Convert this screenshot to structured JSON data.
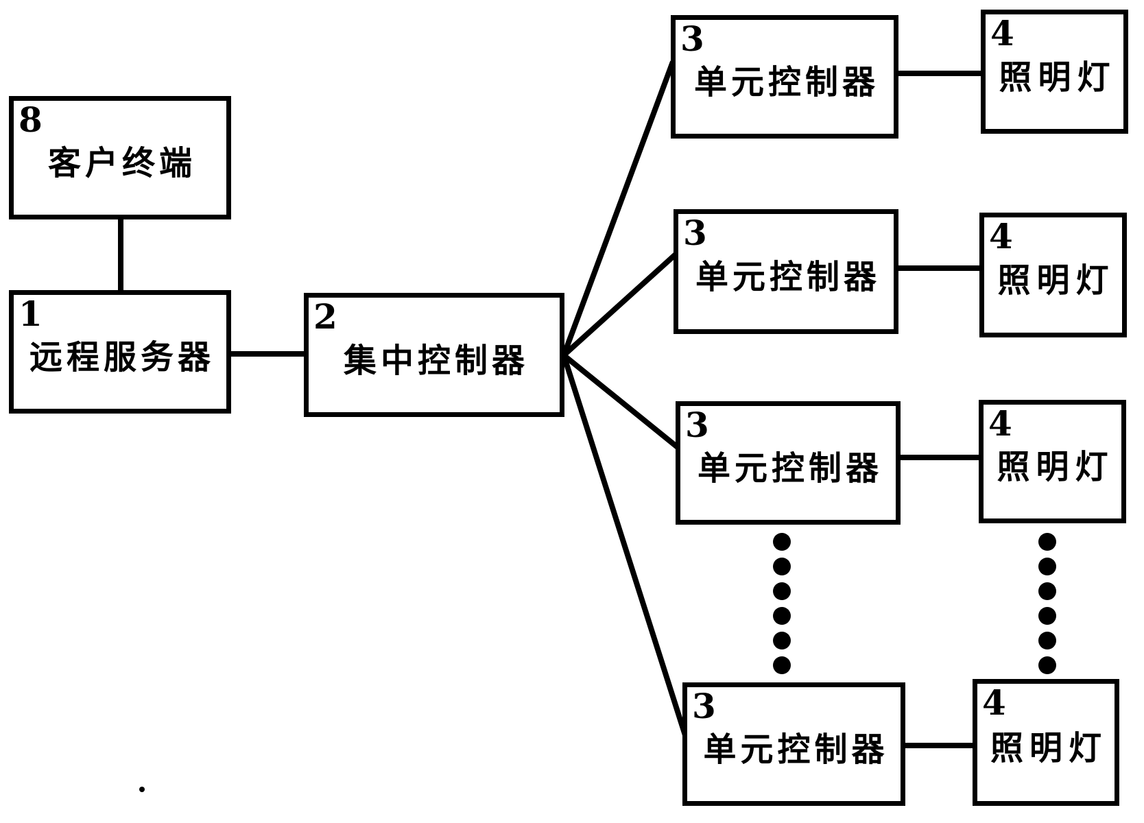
{
  "diagram": {
    "colors": {
      "line": "#000000",
      "background": "#ffffff"
    },
    "client_terminal": {
      "ref_num": "8",
      "label": "客户终端"
    },
    "remote_server": {
      "ref_num": "1",
      "label": "远程服务器"
    },
    "central_controller": {
      "ref_num": "2",
      "label": "集中控制器"
    },
    "unit_controllers": [
      {
        "ref_num": "3",
        "label": "单元控制器"
      },
      {
        "ref_num": "3",
        "label": "单元控制器"
      },
      {
        "ref_num": "3",
        "label": "单元控制器"
      },
      {
        "ref_num": "3",
        "label": "单元控制器"
      }
    ],
    "lamps": [
      {
        "ref_num": "4",
        "label": "照明灯"
      },
      {
        "ref_num": "4",
        "label": "照明灯"
      },
      {
        "ref_num": "4",
        "label": "照明灯"
      },
      {
        "ref_num": "4",
        "label": "照明灯"
      }
    ]
  }
}
